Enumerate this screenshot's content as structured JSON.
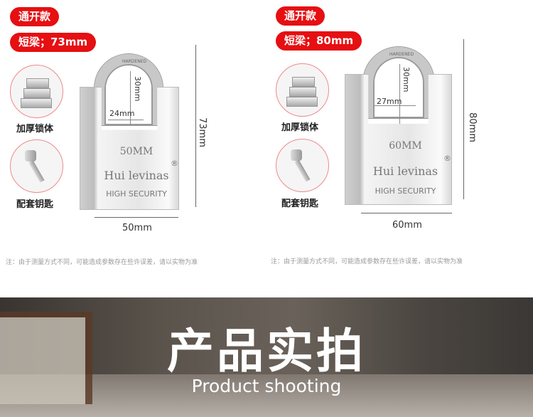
{
  "panels": [
    {
      "type_badge": "通开款",
      "shackle_badge": "短梁；73mm",
      "feature1": "加厚锁体",
      "feature2": "配套钥匙",
      "lock": {
        "size_mark": "50MM",
        "brand": "Hui levinas",
        "registered": "®",
        "security": "HIGH SECURITY",
        "shackle_mark": "HARDENED"
      },
      "dims": {
        "height": "73mm",
        "width": "50mm",
        "clearance_height": "30mm",
        "clearance_width": "24mm"
      },
      "note": "注：由于测量方式不同，可能造成参数存在些许误差，请以实物为准"
    },
    {
      "type_badge": "通开款",
      "shackle_badge": "短梁；80mm",
      "feature1": "加厚锁体",
      "feature2": "配套钥匙",
      "lock": {
        "size_mark": "60MM",
        "brand": "Hui levinas",
        "registered": "®",
        "security": "HIGH SECURITY",
        "shackle_mark": "HARDENED"
      },
      "dims": {
        "height": "80mm",
        "width": "60mm",
        "clearance_height": "30mm",
        "clearance_width": "27mm"
      },
      "note": "注：由于测量方式不同，可能造成参数存在些许误差，请以实物为准"
    }
  ],
  "banner": {
    "title": "产品实拍",
    "subtitle": "Product shooting"
  },
  "colors": {
    "accent": "#e60f12"
  }
}
